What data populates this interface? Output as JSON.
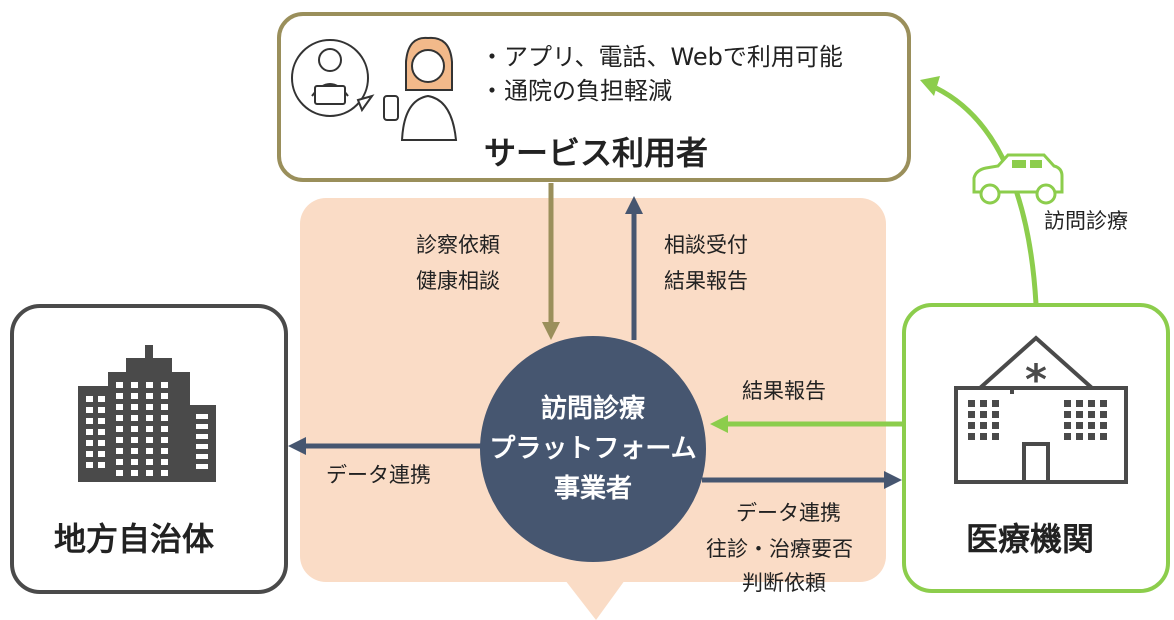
{
  "user": {
    "bullets": [
      "・アプリ、電話、Webで利用可能",
      "・通院の負担軽減"
    ],
    "title": "サービス利用者"
  },
  "platform": {
    "lines": [
      "訪問診療",
      "プラットフォーム",
      "事業者"
    ]
  },
  "gov": {
    "title": "地方自治体"
  },
  "med": {
    "title": "医療機関"
  },
  "arrows": {
    "request": [
      "診察依頼",
      "健康相談"
    ],
    "response": [
      "相談受付",
      "結果報告"
    ],
    "med_report": "結果報告",
    "to_gov": "データ連携",
    "to_med": [
      "データ連携",
      "往診・治療要否",
      "判断依頼"
    ],
    "home_visit": "訪問診療"
  },
  "colors": {
    "olive": "#9a8f5b",
    "navy": "#465670",
    "green": "#8ccd4c",
    "peach": "#fadcc6",
    "dark": "#4a4a4a"
  },
  "icons": {
    "users": "people-with-laptop-and-smartphone-icon",
    "gov": "office-building-icon",
    "med": "hospital-icon",
    "car": "car-icon"
  }
}
